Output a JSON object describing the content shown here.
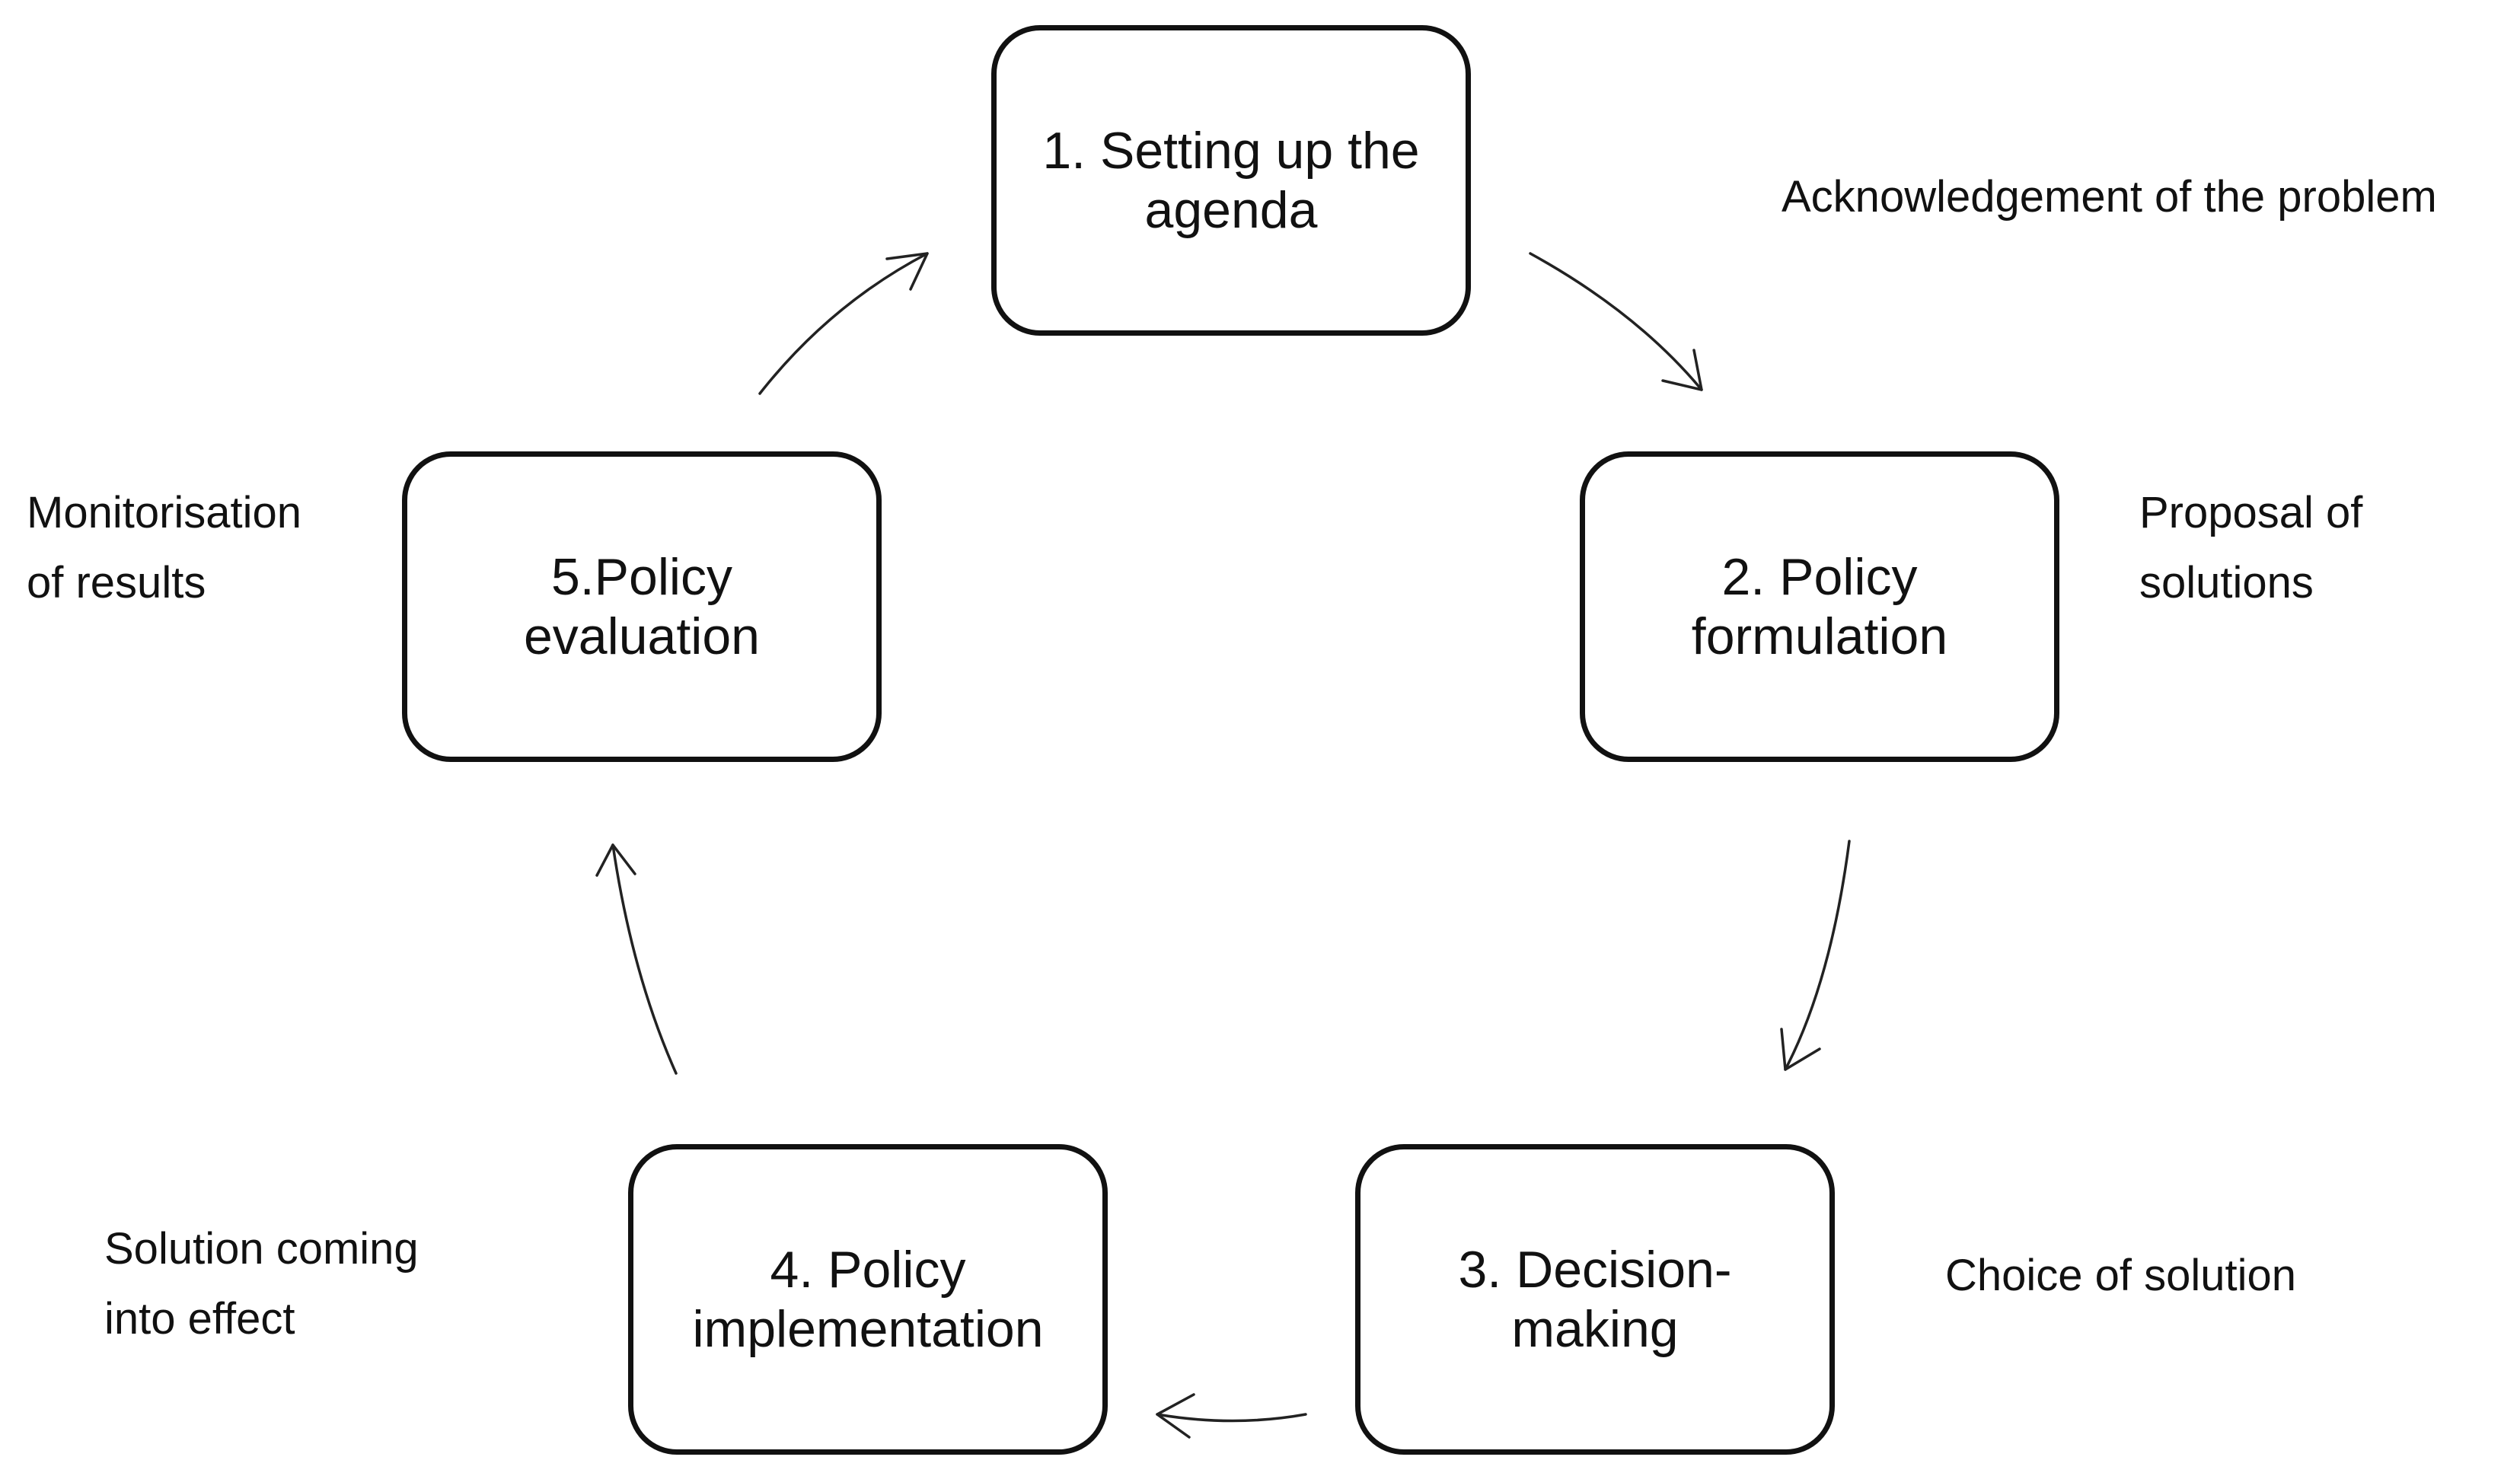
{
  "stages": [
    {
      "label": "1. Setting up the\nagenda"
    },
    {
      "label": "2. Policy\nformulation"
    },
    {
      "label": "3. Decision-\nmaking"
    },
    {
      "label": "4. Policy\nimplementation"
    },
    {
      "label": "5.Policy\nevaluation"
    }
  ],
  "notes": {
    "agenda": "Acknowledgement of the problem",
    "formulation": "Proposal of\nsolutions",
    "decision": "Choice of solution",
    "implementation": "Solution coming\ninto effect",
    "evaluation": "Monitorisation\nof results"
  },
  "colors": {
    "stroke": "#111111",
    "background": "#ffffff"
  }
}
